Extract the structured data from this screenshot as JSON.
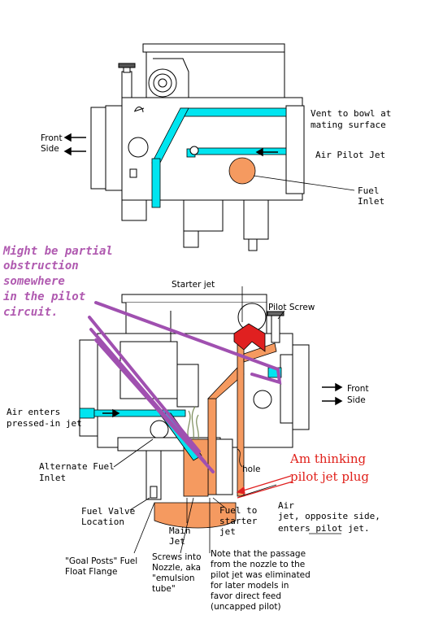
{
  "top": {
    "front_side": [
      "Front",
      "Side"
    ],
    "vent": [
      "Vent to bowl at",
      "mating surface"
    ],
    "air_pilot_jet": "Air Pilot Jet",
    "fuel_inlet": [
      "Fuel",
      "Inlet"
    ]
  },
  "note": {
    "lines": [
      "Might be partial",
      "obstruction",
      "somewhere",
      "in the pilot",
      "circuit."
    ]
  },
  "bottom": {
    "starter_jet": "Starter jet",
    "pilot_screw": "Pilot Screw",
    "front_side": [
      "Front",
      "Side"
    ],
    "air_enters": [
      "Air enters",
      "pressed-in jet"
    ],
    "alt_fuel": [
      "Alternate Fuel",
      "Inlet"
    ],
    "am_thinking": [
      "Am thinking",
      "pilot jet plug"
    ],
    "hole": "hole",
    "fuel_valve": [
      "Fuel Valve",
      "Location"
    ],
    "fuel_to_starter": [
      "Fuel to",
      "starter",
      "jet"
    ],
    "air_jet": [
      "Air",
      "jet, opposite side,",
      "enters pilot jet."
    ],
    "main_jet": [
      "Main",
      "Jet"
    ],
    "goal_posts": [
      "\"Goal Posts\" Fuel",
      "Float Flange"
    ],
    "screws": [
      "Screws into",
      "Nozzle, aka",
      "\"emulsion",
      "tube\""
    ],
    "passage_note": [
      "Note that the passage",
      "from the nozzle to the",
      "pilot jet was eliminated",
      "for later models in",
      "favor direct feed",
      "(uncapped pilot)"
    ]
  },
  "colors": {
    "cyan": "#00e5f0",
    "orange": "#f59a60",
    "red": "#e02020",
    "purple": "#a050b0"
  }
}
